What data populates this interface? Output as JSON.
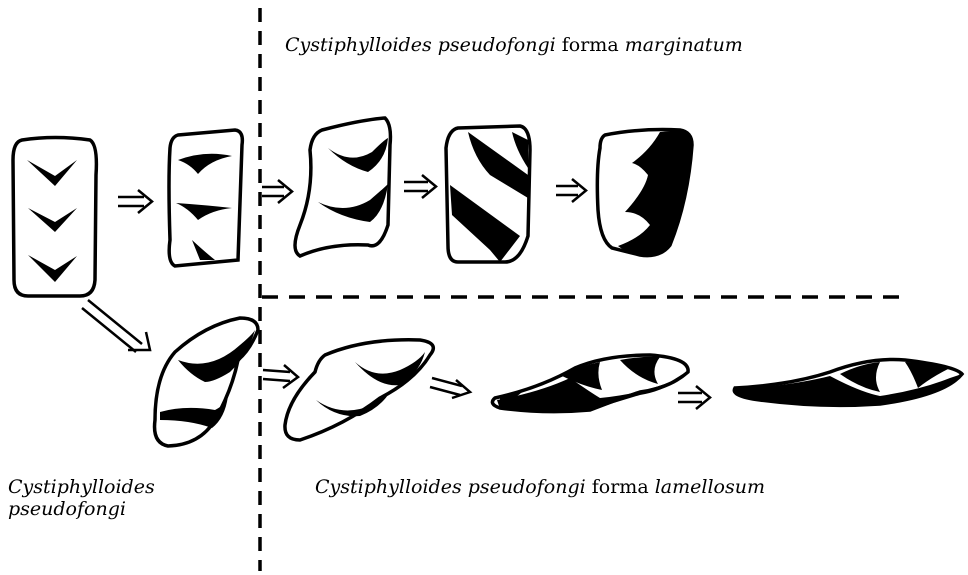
{
  "labels": {
    "marginatum": {
      "genus": "Cystiphylloides",
      "species": "pseudofongi",
      "word": "forma",
      "form": "marginatum"
    },
    "lamellosum": {
      "genus": "Cystiphylloides",
      "species": "pseudofongi",
      "word": "forma",
      "form": "lamellosum"
    },
    "base": {
      "genus": "Cystiphylloides",
      "species": "pseudofongi"
    }
  },
  "colors": {
    "ink": "#000000",
    "background": "#ffffff"
  }
}
